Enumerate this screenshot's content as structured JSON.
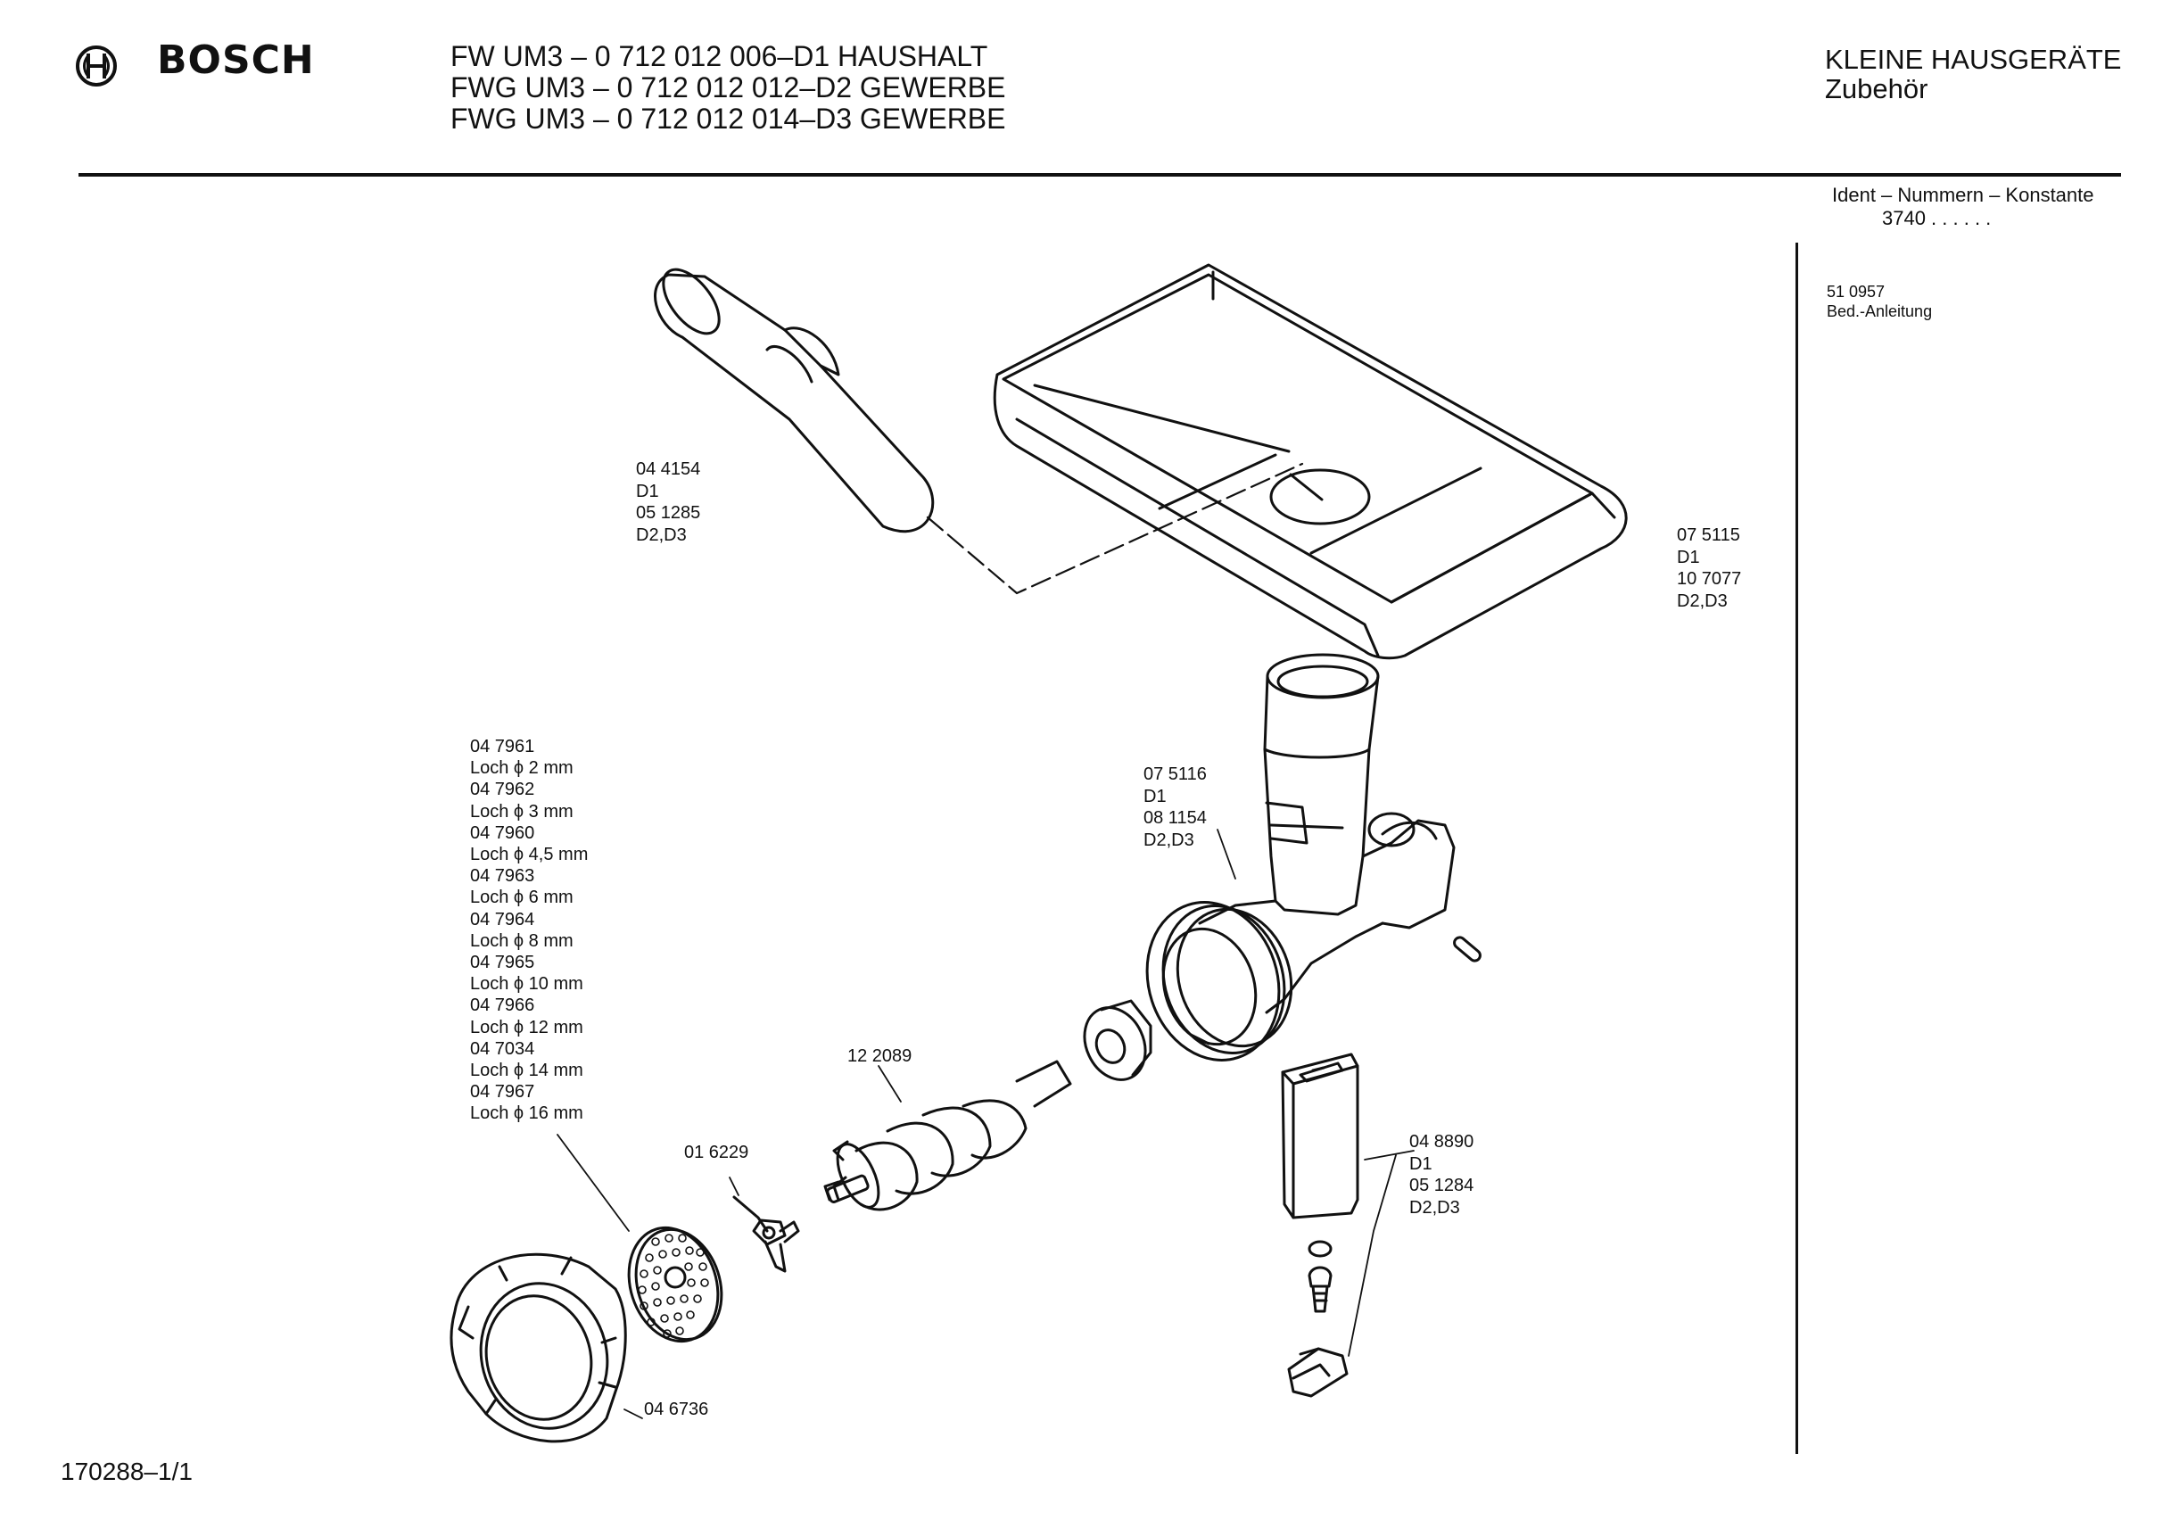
{
  "header": {
    "brand": "BOSCH",
    "models": [
      "FW UM3 – 0 712 012 006–D1 HAUSHALT",
      "FWG UM3 – 0 712 012 012–D2 GEWERBE",
      "FWG UM3 – 0 712 012 014–D3 GEWERBE"
    ],
    "category": [
      "KLEINE HAUSGERÄTE",
      "Zubehör"
    ]
  },
  "ident": {
    "label": "Ident – Nummern – Konstante",
    "value": "3740 . . . . . ."
  },
  "documents": [
    "51 0957",
    "Bed.-Anleitung"
  ],
  "parts": {
    "pusher": [
      "04 4154",
      "D1",
      "05 1285",
      "D2,D3"
    ],
    "tray": [
      "07 5115",
      "D1",
      "10 7077",
      "D2,D3"
    ],
    "housing": [
      "07 5116",
      "D1",
      "08 1154",
      "D2,D3"
    ],
    "discs": [
      "04 7961",
      "Loch ϕ 2 mm",
      "04 7962",
      "Loch ϕ 3 mm",
      "04 7960",
      "Loch ϕ 4,5 mm",
      "04 7963",
      "Loch ϕ 6 mm",
      "04 7964",
      "Loch ϕ 8 mm",
      "04 7965",
      "Loch ϕ 10 mm",
      "04 7966",
      "Loch ϕ 12 mm",
      "04 7034",
      "Loch ϕ 14 mm",
      "04 7967",
      "Loch ϕ 16 mm"
    ],
    "worm": "12 2089",
    "knife": "01 6229",
    "ring": "04 6736",
    "handle": [
      "04 8890",
      "D1",
      "05 1284",
      "D2,D3"
    ]
  },
  "footer": "170288–1/1"
}
